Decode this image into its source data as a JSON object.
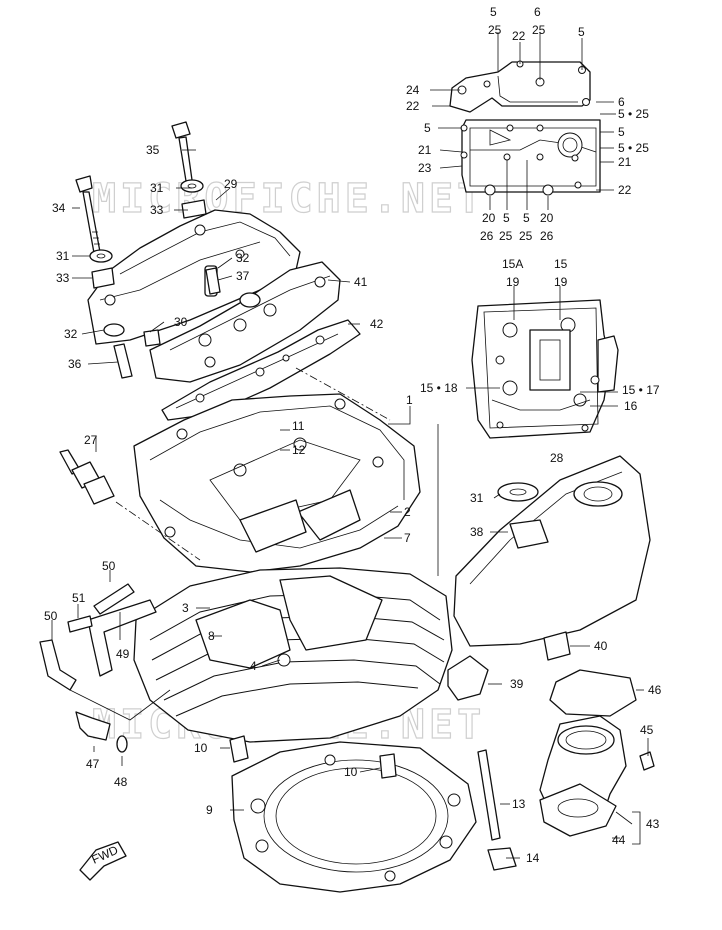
{
  "watermark": {
    "upper": "MICROFICHE.NET",
    "lower": "MICROFICHE.NET"
  },
  "fwd_label": "FWD",
  "callouts": {
    "c1": "1",
    "c2": "2",
    "c3": "3",
    "c4": "4",
    "c5": "5",
    "c6": "6",
    "c7": "7",
    "c8": "8",
    "c9": "9",
    "c10": "10",
    "c11": "11",
    "c12": "12",
    "c13": "13",
    "c14": "14",
    "c15": "15",
    "c15a": "15A",
    "c16": "16",
    "c15_17": "15 • 17",
    "c15_18": "15 • 18",
    "c19": "19",
    "c20": "20",
    "c21": "21",
    "c22": "22",
    "c23": "23",
    "c24": "24",
    "c25": "25",
    "c26": "26",
    "c27": "27",
    "c28": "28",
    "c29": "29",
    "c30": "30",
    "c31": "31",
    "c32": "32",
    "c33": "33",
    "c34": "34",
    "c35": "35",
    "c36": "36",
    "c37": "37",
    "c38": "38",
    "c39": "39",
    "c40": "40",
    "c41": "41",
    "c42": "42",
    "c43": "43",
    "c44": "44",
    "c45": "45",
    "c46": "46",
    "c47": "47",
    "c48": "48",
    "c49": "49",
    "c50": "50",
    "c51": "51",
    "c5_25": "5 • 25"
  }
}
